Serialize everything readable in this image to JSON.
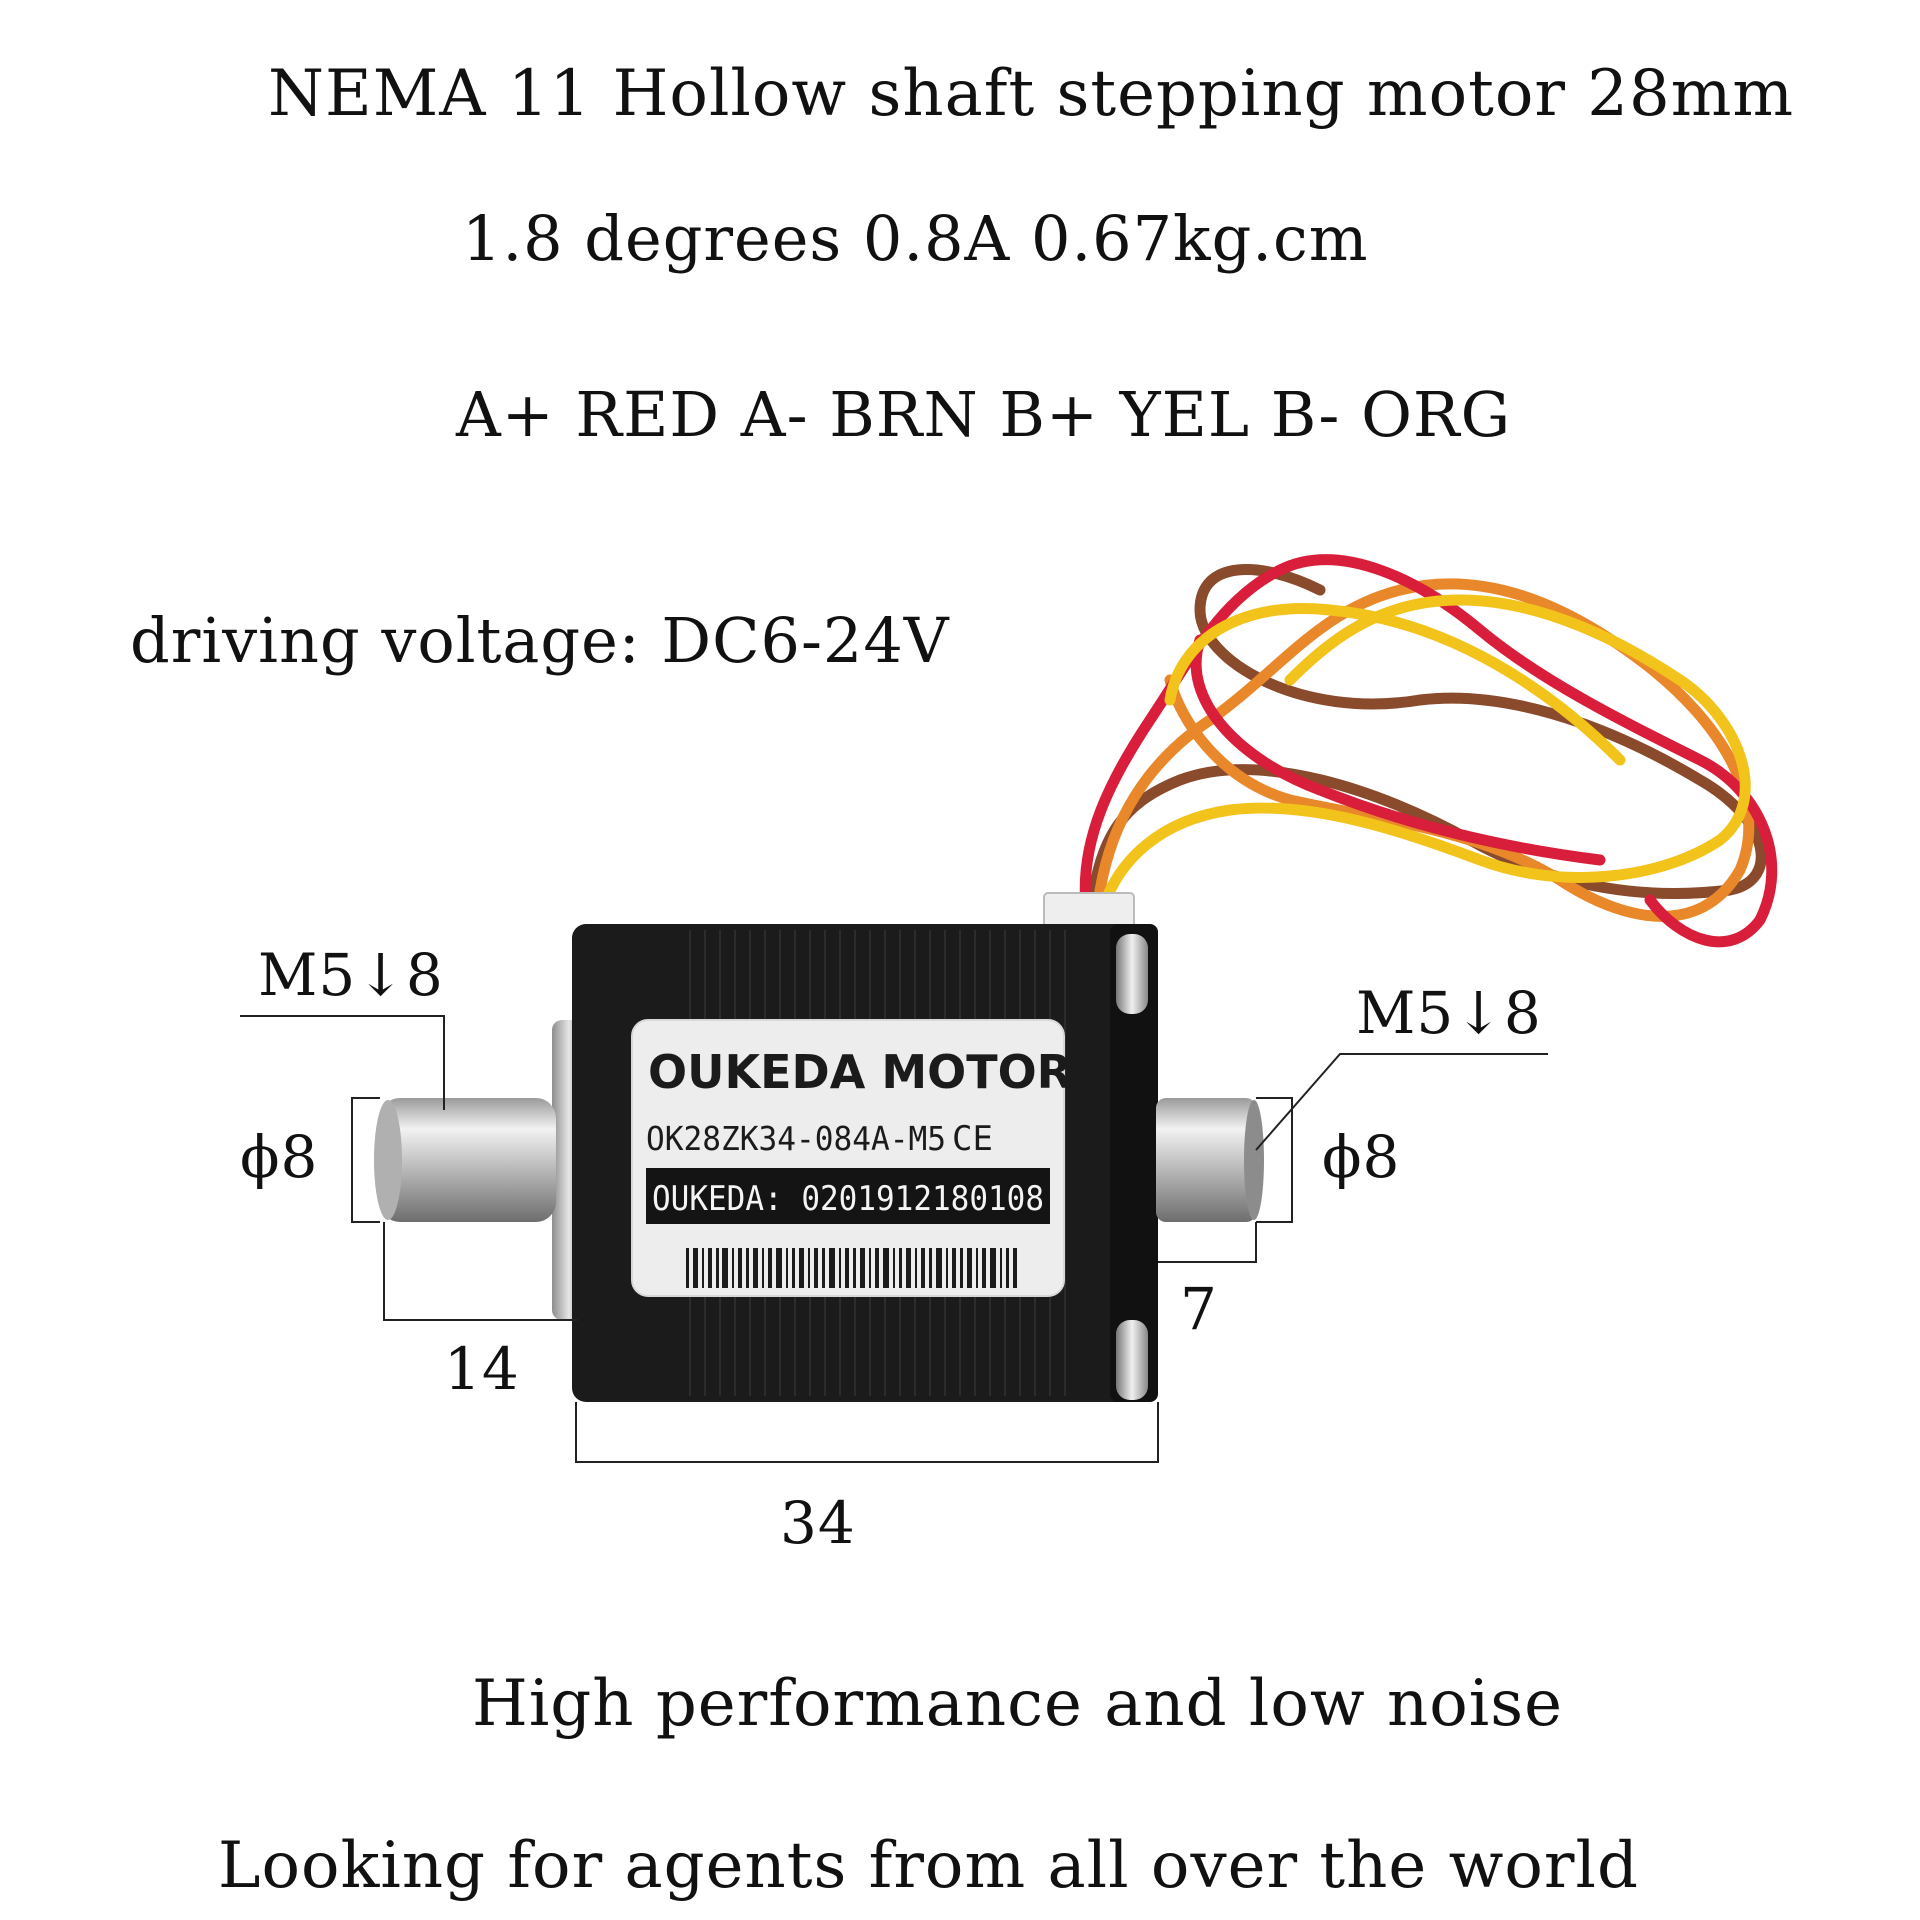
{
  "texts": {
    "title": "NEMA 11 Hollow shaft stepping motor 28mm",
    "specs": "1.8 degrees 0.8A 0.67kg.cm",
    "wiring": "A+ RED A- BRN B+ YEL B- ORG",
    "voltage": "driving voltage: DC6-24V",
    "tagline1": "High performance and low noise",
    "tagline2": "Looking for agents from all over the world"
  },
  "dimensions": {
    "thread_left": "M5↓8",
    "thread_right": "M5↓8",
    "dia_left": "ϕ8",
    "dia_right": "ϕ8",
    "shaft_left_length": "14",
    "shaft_right_length": "7",
    "body_length": "34"
  },
  "label": {
    "brand": "OUKEDA MOTOR",
    "model": "OK28ZK34-084A-M5",
    "ce_mark": "CE",
    "serial": "OUKEDA: 0201912180108"
  },
  "colors": {
    "wire_red": "#d81e3a",
    "wire_brown": "#8a4a2c",
    "wire_yellow": "#f2c31a",
    "wire_orange": "#e8882a",
    "motor_body": "#1b1b1b",
    "shaft": "#c9c9c9"
  }
}
